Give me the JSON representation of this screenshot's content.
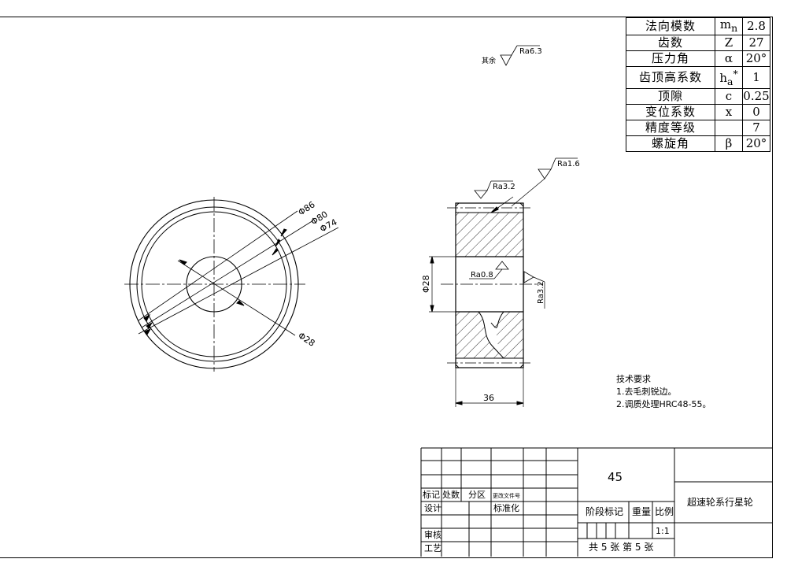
{
  "parameters": [
    {
      "name": "法向模数",
      "symbol": "mn",
      "value": "2.8"
    },
    {
      "name": "齿数",
      "symbol": "Z",
      "value": "27"
    },
    {
      "name": "压力角",
      "symbol": "α",
      "value": "20°"
    },
    {
      "name": "齿顶高系数",
      "symbol": "ha*",
      "value": "1"
    },
    {
      "name": "顶隙",
      "symbol": "c",
      "value": "0.25"
    },
    {
      "name": "变位系数",
      "symbol": "x",
      "value": "0"
    },
    {
      "name": "精度等级",
      "symbol": "",
      "value": "7"
    },
    {
      "name": "螺旋角",
      "symbol": "β",
      "value": "20°"
    }
  ],
  "roughness": {
    "general_prefix": "其余",
    "general": "Ra6.3",
    "top_right": "Ra1.6",
    "top_left": "Ra3.2",
    "bore": "Ra0.8",
    "side": "Ra3.2"
  },
  "dimensions": {
    "d86": "Φ86",
    "d80": "Φ80",
    "d74": "Φ74",
    "d28": "Φ28",
    "bore": "Φ28",
    "width": "36"
  },
  "requirements": {
    "title": "技术要求",
    "items": [
      "1.去毛刺锐边。",
      "2.调质处理HRC48-55。"
    ]
  },
  "title_block": {
    "material": "45",
    "part_name": "超速轮系行星轮",
    "labels": {
      "mark": "标记",
      "count": "处数",
      "zone": "分区",
      "change_doc": "更改文件号",
      "design": "设计",
      "standardize": "标准化",
      "review": "审核",
      "process": "工艺",
      "stage_mark": "阶段标记",
      "weight": "重量",
      "scale": "比例"
    },
    "scale_value": "1:1",
    "sheets": "共 5 张 第 5 张"
  }
}
